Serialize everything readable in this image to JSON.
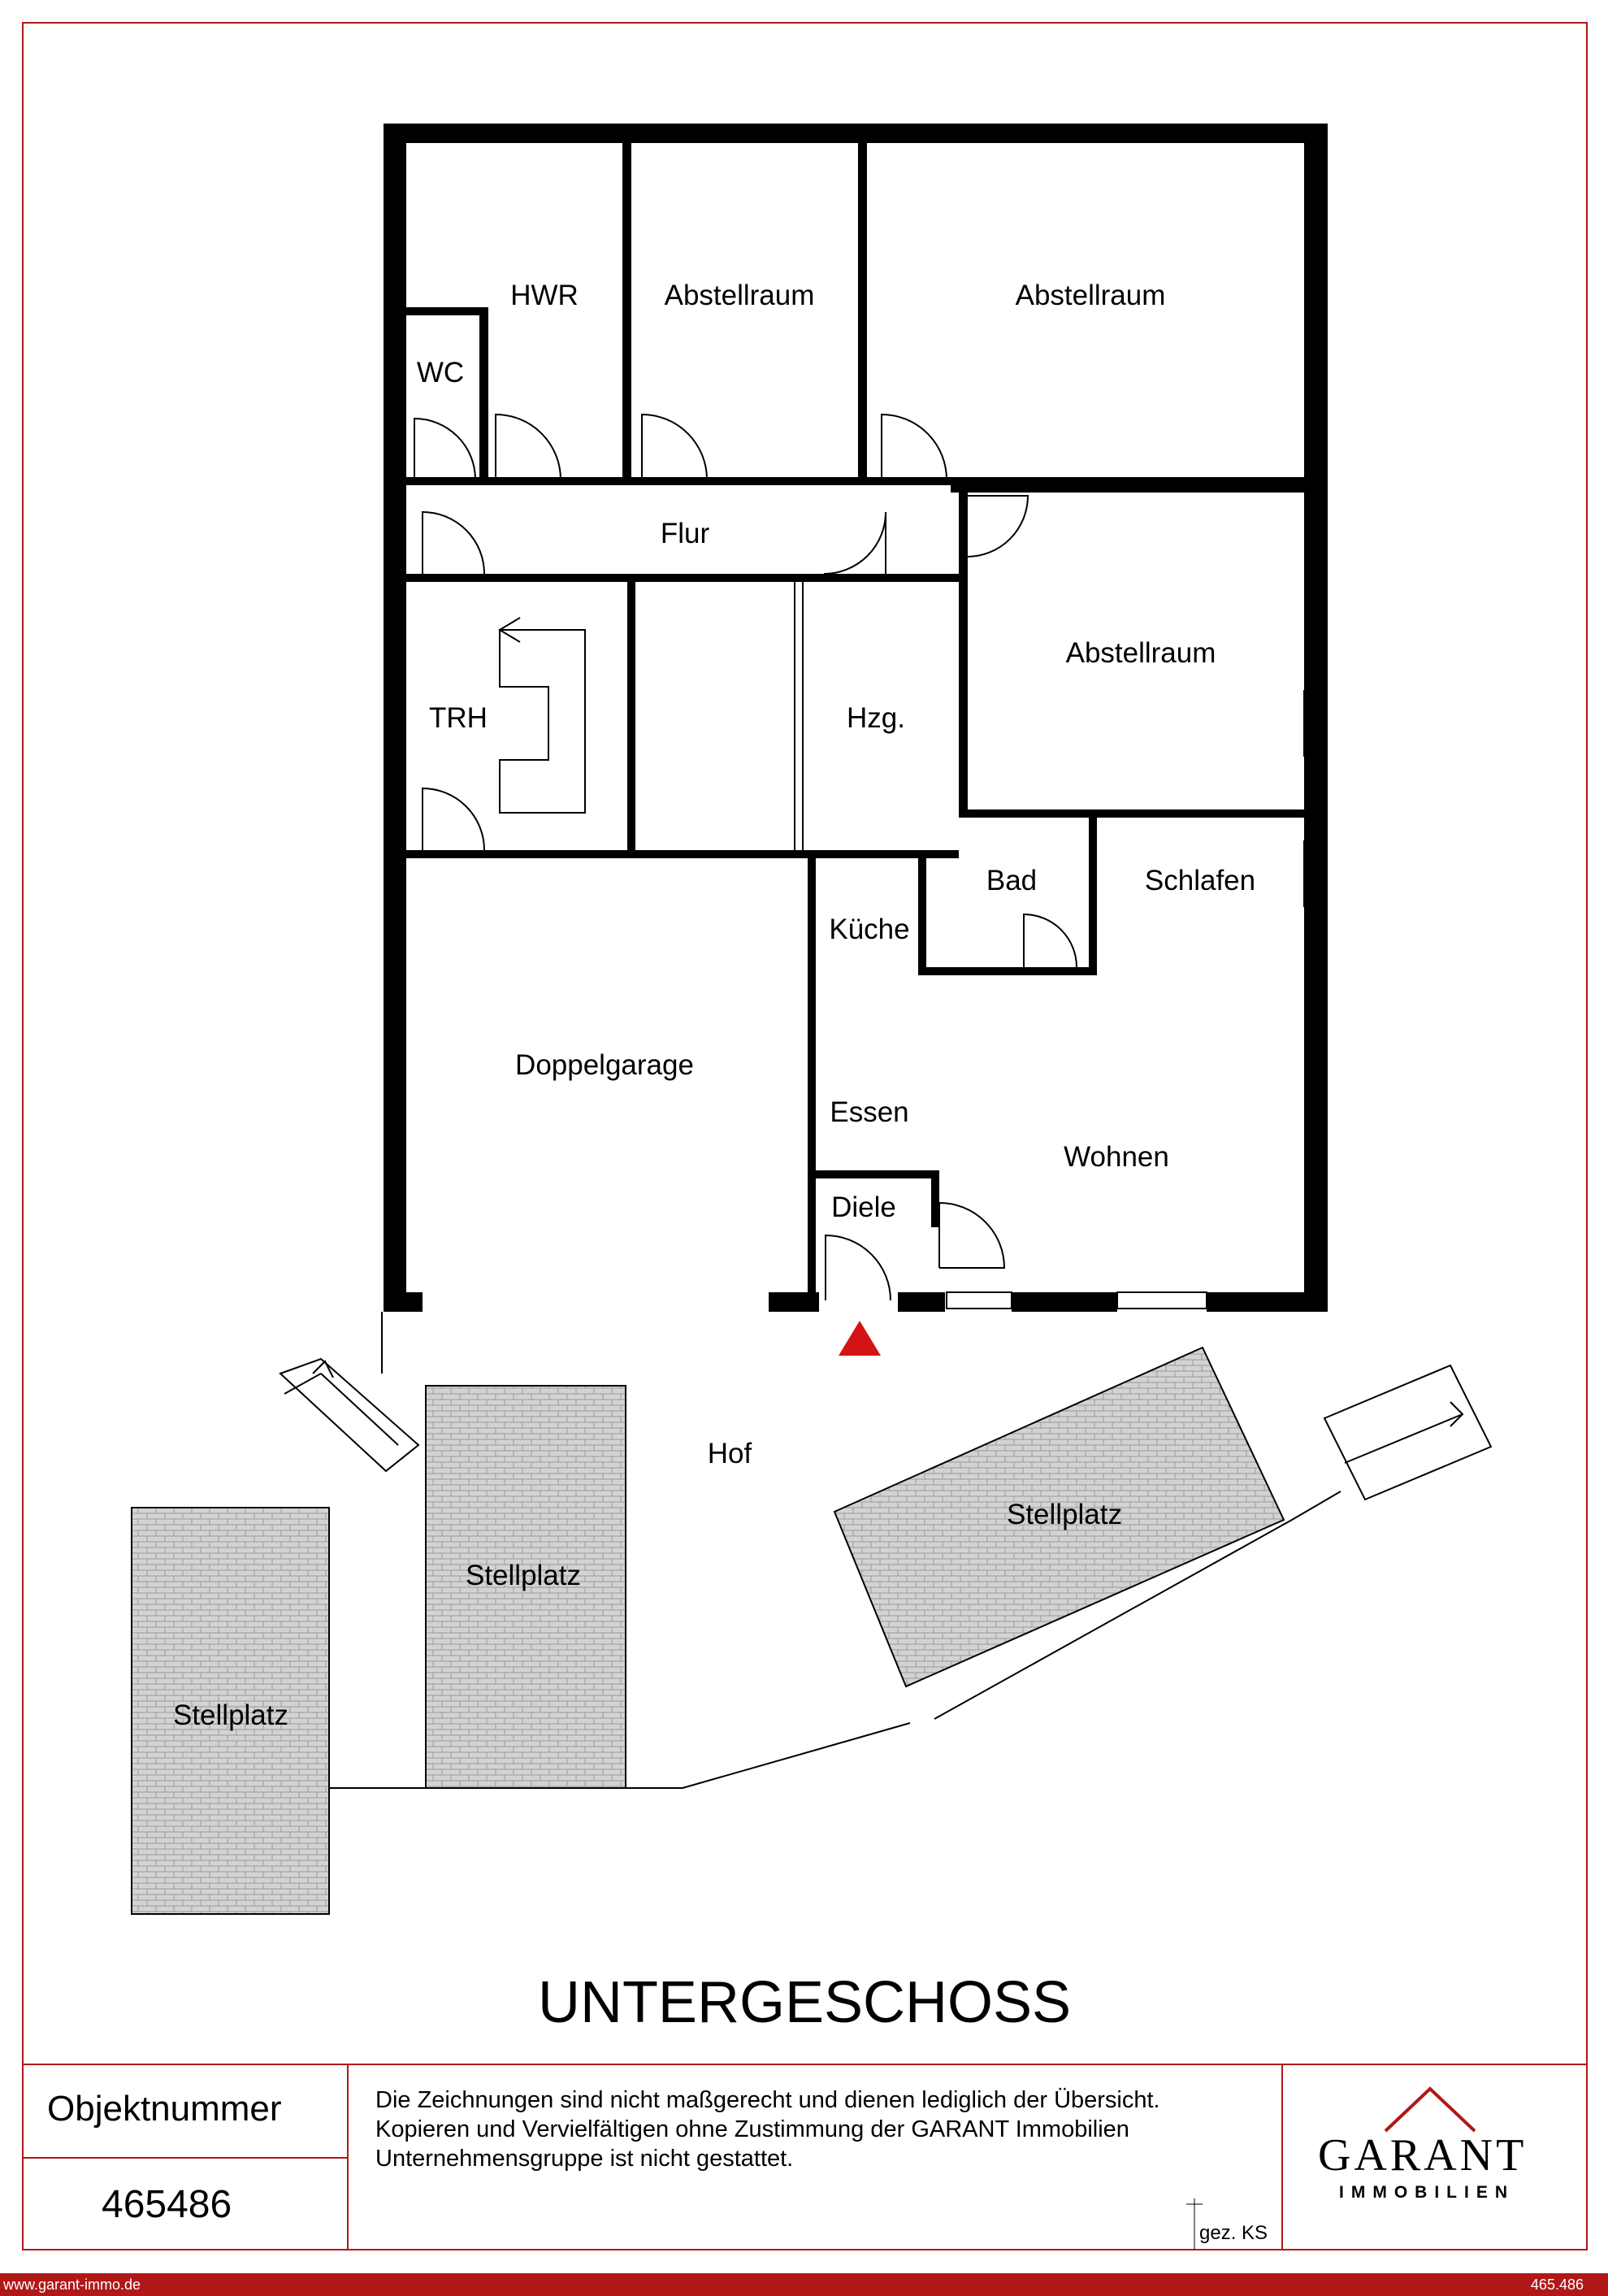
{
  "rooms": {
    "hwr": "HWR",
    "abstell1": "Abstellraum",
    "abstell2": "Abstellraum",
    "wc": "WC",
    "flur": "Flur",
    "abstell3": "Abstellraum",
    "trh": "TRH",
    "hzg": "Hzg.",
    "bad": "Bad",
    "schlafen": "Schlafen",
    "kueche": "Küche",
    "doppelgarage": "Doppelgarage",
    "essen": "Essen",
    "wohnen": "Wohnen",
    "diele": "Diele",
    "hof": "Hof",
    "stellplatz1": "Stellplatz",
    "stellplatz2": "Stellplatz",
    "stellplatz3": "Stellplatz"
  },
  "floor_title": "UNTERGESCHOSS",
  "title_block": {
    "object_label": "Objektnummer",
    "object_number": "465486",
    "disclaimer_line1": "Die Zeichnungen sind nicht maßgerecht und dienen lediglich der Übersicht.",
    "disclaimer_line2": "Kopieren und Vervielfältigen ohne Zustimmung der GARANT Immobilien",
    "disclaimer_line3": "Unternehmensgruppe ist nicht gestattet.",
    "logo_name": "GARANT",
    "logo_sub": "IMMOBILIEN",
    "signature": "gez. KS"
  },
  "footer": {
    "website": "www.garant-immo.de",
    "ref": "465.486"
  },
  "colors": {
    "frame": "#b01818",
    "wall": "#000000",
    "entrance": "#d21414",
    "paving": "#cfcfcf"
  }
}
